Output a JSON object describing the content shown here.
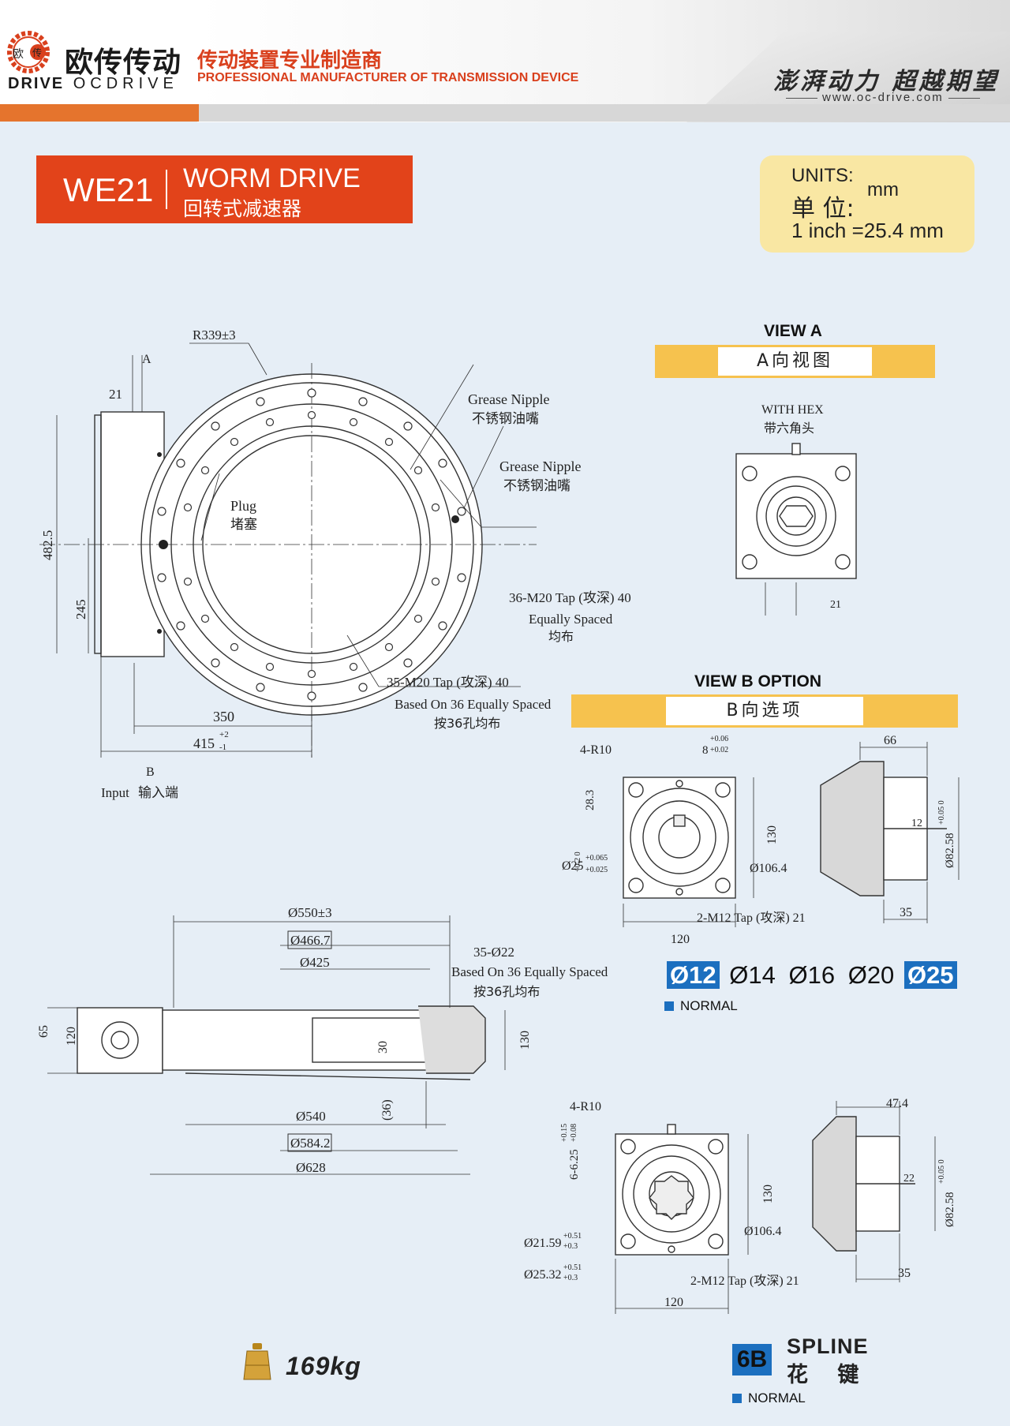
{
  "header": {
    "brand_cn": "欧传传动",
    "brand_en": "OCDRIVE",
    "brand_en_sub": "DRIVE",
    "logo_char_1": "欧",
    "logo_char_2": "传",
    "tagline_cn": "传动装置专业制造商",
    "tagline_en": "PROFESSIONAL MANUFACTURER OF TRANSMISSION DEVICE",
    "slogan": "澎湃动力 超越期望",
    "website": "www.oc-drive.com"
  },
  "product": {
    "model": "WE21",
    "type_en": "WORM DRIVE",
    "type_cn": "回转式减速器"
  },
  "units": {
    "label_en": "UNITS:",
    "label_cn": "单 位:",
    "unit": "mm",
    "conversion": "1 inch =25.4 mm"
  },
  "front_view": {
    "radius": "R339±3",
    "hex": "21",
    "view_a_marker": "A",
    "view_b_marker": "B",
    "grease_en_1": "Grease Nipple",
    "grease_cn_1": "不锈钢油嘴",
    "grease_en_2": "Grease Nipple",
    "grease_cn_2": "不锈钢油嘴",
    "plug_en": "Plug",
    "plug_cn": "堵塞",
    "tap_outer": "36-M20 Tap (攻深) 40",
    "tap_outer_note_en": "Equally Spaced",
    "tap_outer_note_cn": "均布",
    "tap_inner": "35-M20 Tap (攻深) 40",
    "tap_inner_note_en": "Based On 36 Equally Spaced",
    "tap_inner_note_cn": "按36孔均布",
    "dim_height": "482.5",
    "dim_245": "245",
    "dim_350": "350",
    "dim_415": "415",
    "dim_415_tol_up": "+2",
    "dim_415_tol_dn": "-1",
    "input_en": "Input",
    "input_cn": "输入端"
  },
  "section_view": {
    "d550": "Ø550±3",
    "d466": "Ø466.7",
    "d425": "Ø425",
    "holes": "35-Ø22",
    "holes_note_en": "Based On 36 Equally Spaced",
    "holes_note_cn": "按36孔均布",
    "h65": "65",
    "h120": "120",
    "h30": "30",
    "h130": "130",
    "h36": "(36)",
    "d540": "Ø540",
    "d584": "Ø584.2",
    "d628": "Ø628"
  },
  "view_a": {
    "title": "VIEW A",
    "subtitle": "A向视图",
    "hex_en": "WITH HEX",
    "hex_cn": "带六角头",
    "dim": "21"
  },
  "view_b": {
    "title": "VIEW B OPTION",
    "subtitle": "B向选项",
    "r10": "4-R10",
    "key": "8",
    "key_tol_up": "+0.06",
    "key_tol_dn": "+0.02",
    "d28": "28.3",
    "d28_tol": "+0.2 0",
    "d25": "Ø25",
    "d25_tol_up": "+0.065",
    "d25_tol_dn": "+0.025",
    "d106": "Ø106.4",
    "tap": "2-M12 Tap (攻深) 21",
    "w120": "120",
    "h130": "130",
    "w66": "66",
    "w12": "12",
    "d82": "Ø82.58",
    "d82_tol": "+0.05 0",
    "w35": "35"
  },
  "shaft_options": {
    "sizes": [
      "Ø12",
      "Ø14",
      "Ø16",
      "Ø20",
      "Ø25"
    ],
    "highlighted": [
      "Ø12",
      "Ø25"
    ],
    "normal_label": "NORMAL"
  },
  "spline_view": {
    "r10": "4-R10",
    "d6": "6-6.25",
    "d6_tol_up": "+0.15",
    "d6_tol_dn": "+0.08",
    "d2159": "Ø21.59",
    "d2159_tol_up": "+0.51",
    "d2159_tol_dn": "+0.3",
    "d2532": "Ø25.32",
    "d2532_tol_up": "+0.51",
    "d2532_tol_dn": "+0.3",
    "d106": "Ø106.4",
    "tap": "2-M12 Tap (攻深) 21",
    "w120": "120",
    "h130": "130",
    "w47": "47.4",
    "w22": "22",
    "d82": "Ø82.58",
    "d82_tol": "+0.05 0",
    "w35": "35"
  },
  "spline": {
    "badge": "6B",
    "label_en": "SPLINE",
    "label_cn": "花 键",
    "normal_label": "NORMAL"
  },
  "weight": "169kg",
  "colors": {
    "accent_orange": "#e2431a",
    "bar_yellow": "#f6c24e",
    "highlight_blue": "#1c6fbf",
    "units_bg": "#f9e7a3",
    "page_bg": "#e6eef6"
  }
}
